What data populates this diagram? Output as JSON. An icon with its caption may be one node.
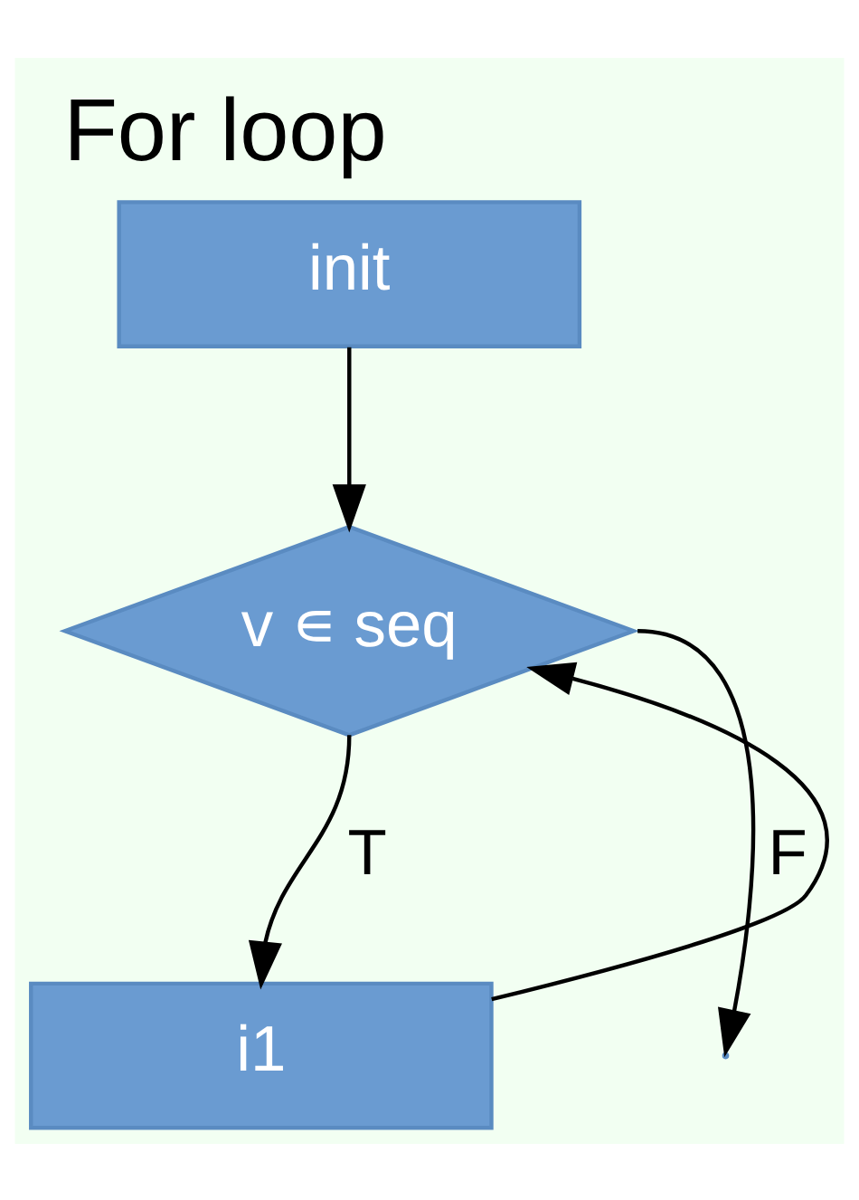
{
  "diagram": {
    "title": "For loop",
    "nodes": [
      {
        "text": [
          "init"
        ]
      },
      {
        "text": [
          "v ∊ seq"
        ]
      },
      {
        "text": [
          "i1"
        ]
      }
    ],
    "edges": [
      {
        "from": 0,
        "to": 1,
        "arrow": "to"
      },
      {
        "from": 1,
        "to": 2,
        "label": "T",
        "arrow": "to"
      },
      {
        "from": 1,
        "to": null,
        "label": "F",
        "arrow": "to"
      },
      {
        "from": 2,
        "to": 1,
        "arrow": "to"
      }
    ]
  }
}
